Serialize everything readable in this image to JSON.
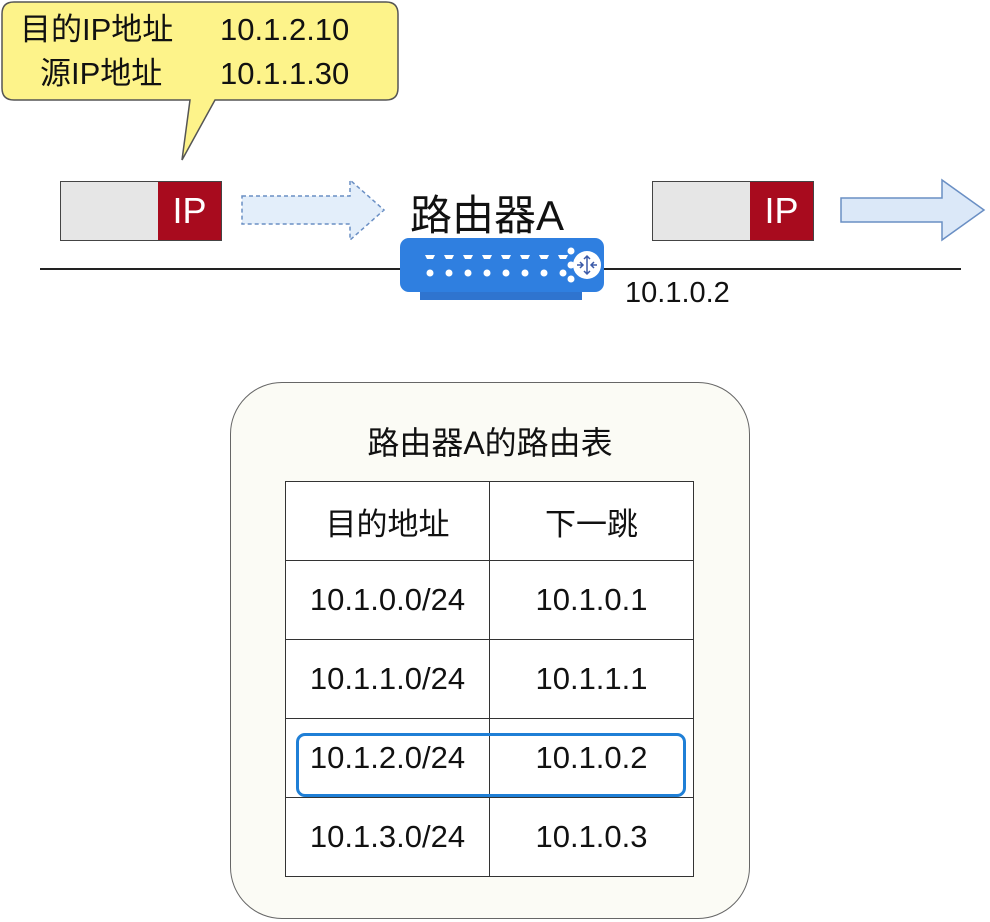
{
  "callout": {
    "rows": [
      {
        "label": "目的IP地址",
        "value": "10.1.2.10"
      },
      {
        "label": "源IP地址",
        "value": "10.1.1.30"
      }
    ]
  },
  "packets": {
    "left_label": "IP",
    "right_label": "IP"
  },
  "router": {
    "title": "路由器A",
    "interface_ip": "10.1.0.2"
  },
  "routing_table": {
    "title": "路由器A的路由表",
    "headers": [
      "目的地址",
      "下一跳"
    ],
    "rows": [
      [
        "10.1.0.0/24",
        "10.1.0.1"
      ],
      [
        "10.1.1.0/24",
        "10.1.1.1"
      ],
      [
        "10.1.2.0/24",
        "10.1.0.2"
      ],
      [
        "10.1.3.0/24",
        "10.1.0.3"
      ]
    ],
    "highlighted_row": 2
  },
  "colors": {
    "ip_red": "#a80b1e",
    "router_blue": "#2f7fe0",
    "callout_yellow": "#fdf38a",
    "highlight_blue": "#1f7fd6"
  }
}
